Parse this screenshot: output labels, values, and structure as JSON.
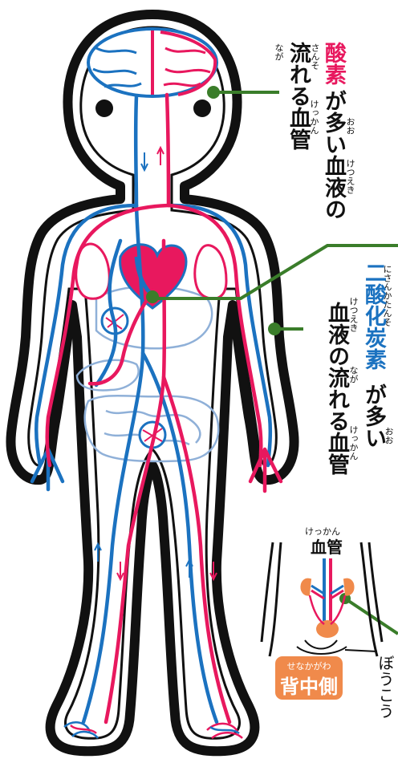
{
  "colors": {
    "artery": "#e8185e",
    "vein": "#1b72c0",
    "outline": "#111111",
    "organ_outline": "#8fb0d8",
    "leader": "#3a7d2a",
    "kidney": "#f08a4b",
    "badge": "#f08a4b"
  },
  "labels": {
    "oxygen": {
      "line1_ruby": "さんそ",
      "line1_a": "酸素",
      "line1_b": "が多い血液の",
      "line1_b_ruby_oo": "おお",
      "line1_b_ruby_ketsueki": "けつえき",
      "line2": "流れる血管",
      "line2_ruby_naga": "なが",
      "line2_ruby_kekkan": "けっかん"
    },
    "co2": {
      "line1_ruby": "にさんかたんそ",
      "line1_a": "二酸化炭素",
      "line1_b": "が多い",
      "line1_b_ruby_oo": "おお",
      "line2": "血液の流れる血管",
      "line2_ruby_ketsueki": "けつえき",
      "line2_ruby_naga": "なが",
      "line2_ruby_kekkan": "けっかん"
    },
    "inset": {
      "vessel_ruby": "けっかん",
      "vessel": "血管",
      "bladder": "ぼうこう",
      "back_ruby": "せなかがわ",
      "back": "背中側"
    }
  }
}
